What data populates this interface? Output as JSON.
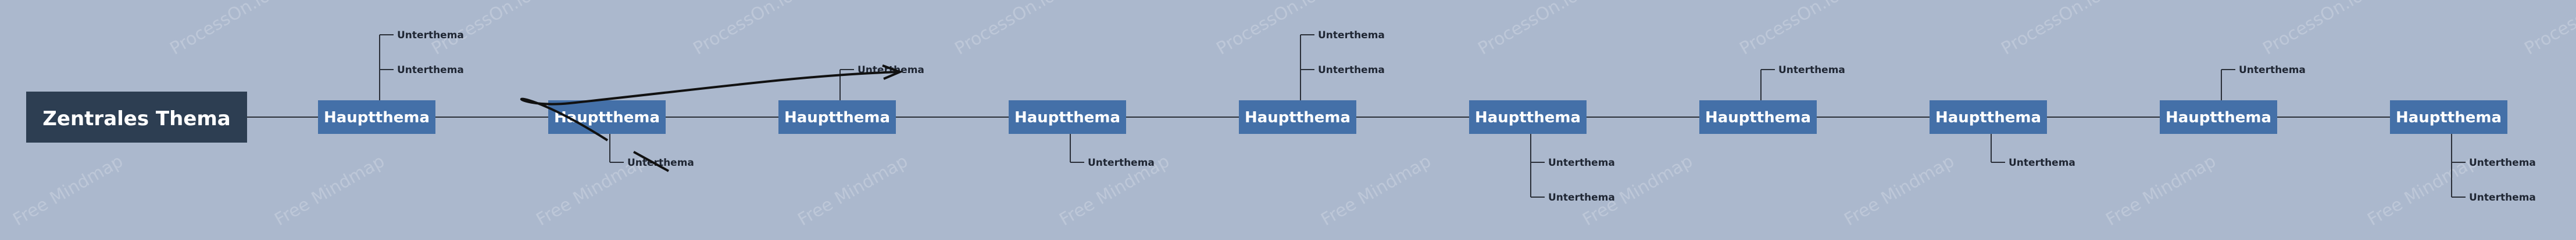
{
  "watermark": {
    "line1": "ProcessOn.io Free",
    "line2": "Free Mindmap"
  },
  "central_topic": {
    "label": "Zentrales Thema",
    "color": "#2d3e52"
  },
  "main_topic_color": "#4470a8",
  "connector_color": "#2a2f38",
  "main_topics": [
    {
      "label": "Hauptthema",
      "above": [
        "Unterthema",
        "Unterthema"
      ],
      "below": []
    },
    {
      "label": "Hauptthema",
      "above": [],
      "below": [
        "Unterthema"
      ]
    },
    {
      "label": "Hauptthema",
      "above": [
        "Unterthema"
      ],
      "below": []
    },
    {
      "label": "Hauptthema",
      "above": [],
      "below": [
        "Unterthema"
      ]
    },
    {
      "label": "Hauptthema",
      "above": [
        "Unterthema",
        "Unterthema"
      ],
      "below": []
    },
    {
      "label": "Hauptthema",
      "above": [],
      "below": [
        "Unterthema",
        "Unterthema"
      ]
    },
    {
      "label": "Hauptthema",
      "above": [
        "Unterthema"
      ],
      "below": []
    },
    {
      "label": "Hauptthema",
      "above": [],
      "below": [
        "Unterthema"
      ]
    },
    {
      "label": "Hauptthema",
      "above": [
        "Unterthema"
      ],
      "below": []
    },
    {
      "label": "Hauptthema",
      "above": [],
      "below": [
        "Unterthema",
        "Unterthema"
      ]
    }
  ]
}
